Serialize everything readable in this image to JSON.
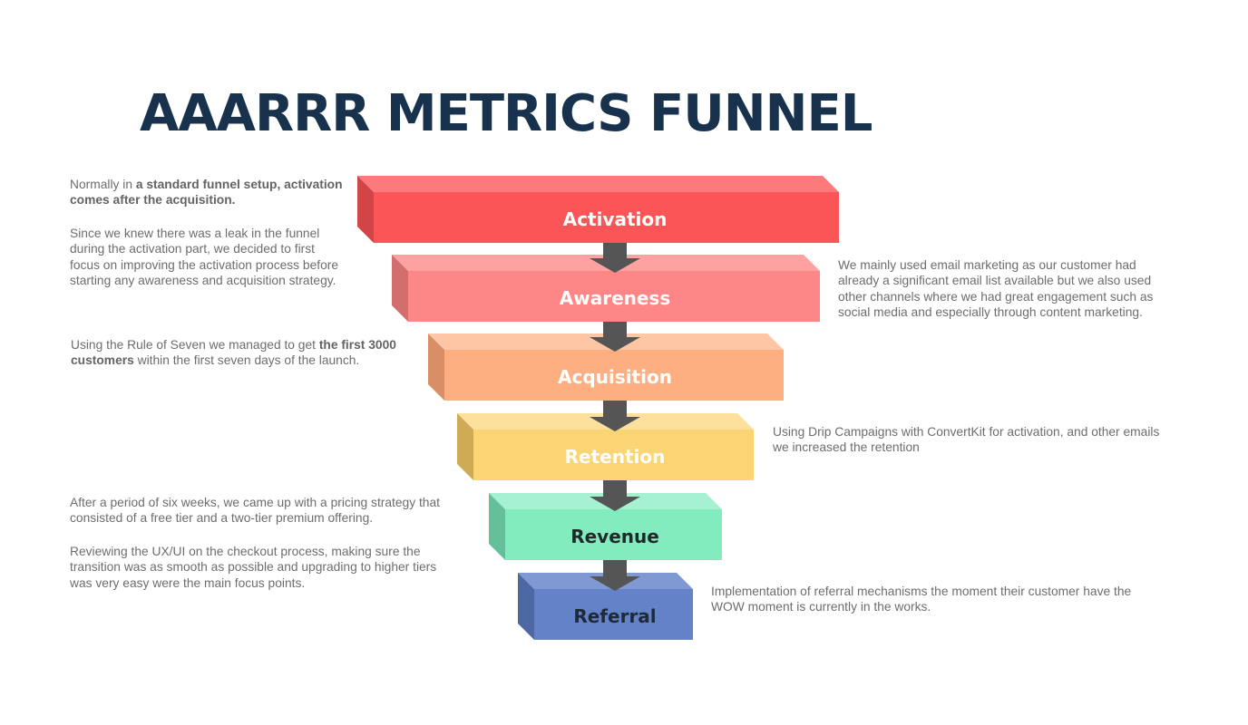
{
  "title": "AAARRR METRICS FUNNEL",
  "funnel": {
    "stages": [
      {
        "label": "Activation",
        "color": "#fb5557",
        "top_color": "#fc7a7b",
        "side_color": "#d14547",
        "text_color": "#ffffff"
      },
      {
        "label": "Awareness",
        "color": "#fd8686",
        "top_color": "#fda1a1",
        "side_color": "#d26e6e",
        "text_color": "#ffffff"
      },
      {
        "label": "Acquisition",
        "color": "#feaf82",
        "top_color": "#fec6a5",
        "side_color": "#d88f67",
        "text_color": "#ffffff"
      },
      {
        "label": "Retention",
        "color": "#fbd473",
        "top_color": "#fce09c",
        "side_color": "#d0ab55",
        "text_color": "#ffffff"
      },
      {
        "label": "Revenue",
        "color": "#83ecbf",
        "top_color": "#a5f1d2",
        "side_color": "#63c09b",
        "text_color": "#1e2a2a"
      },
      {
        "label": "Referral",
        "color": "#6382c7",
        "top_color": "#7f99d3",
        "side_color": "#4d68a3",
        "text_color": "#1e2a3a"
      }
    ],
    "arrow_color": "#555555"
  },
  "notes": {
    "activation": {
      "p1_a": "Normally in ",
      "p1_b": "a standard funnel setup, activation comes after the acquisition.",
      "p2": "Since we knew there was a leak in the funnel during the activation part, we decided to first focus on improving the activation process before starting any awareness and acquisition strategy."
    },
    "awareness": "We mainly used email marketing as our customer had already a significant email list available but we also used other channels where we had great engagement such as social media and especially through content marketing.",
    "acquisition": {
      "a": "Using the Rule of Seven we managed to get ",
      "b": "the first 3000 customers",
      "c": " within the first seven days of the launch."
    },
    "retention": "Using Drip Campaigns with ConvertKit for activation, and other emails we increased the retention",
    "revenue": {
      "p1": "After a period of six weeks, we came up with a pricing strategy that consisted of a free tier and a two-tier premium offering.",
      "p2": "Reviewing the UX/UI on the checkout process, making sure the transition was as smooth as possible and upgrading to higher tiers was very easy were the main focus points."
    },
    "referral": "Implementation of referral mechanisms the moment their customer have the WOW moment is currently in the works."
  }
}
